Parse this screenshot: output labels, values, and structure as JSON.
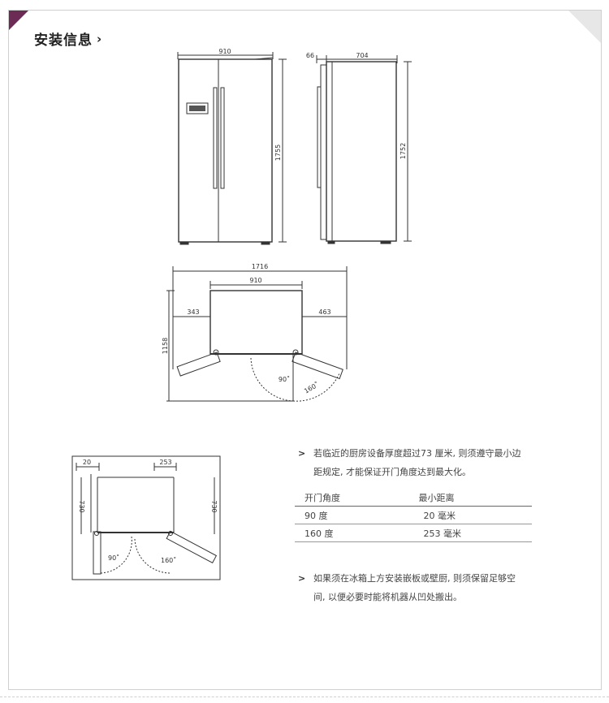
{
  "header": {
    "title": "安装信息",
    "chevron": "›"
  },
  "front_view": {
    "width": "910",
    "height": "1755"
  },
  "side_view": {
    "handle": "66",
    "depth": "704",
    "height": "1752"
  },
  "top_view": {
    "total": "1716",
    "width": "910",
    "left": "343",
    "right": "463",
    "depth": "1158",
    "angle_90": "90˚",
    "angle_160": "160˚"
  },
  "clearance_view": {
    "left_gap": "20",
    "right_gap": "253",
    "left_depth": "730",
    "right_depth": "730",
    "angle_90": "90˚",
    "angle_160": "160˚"
  },
  "notes": {
    "first_line1": "若临近的厨房设备厚度超过73 厘米, 则须遵守最小边",
    "first_line2": "距规定, 才能保证开门角度达到最大化。",
    "second_line1": "如果须在冰箱上方安装嵌板或壁厨, 则须保留足够空",
    "second_line2": "间, 以便必要时能将机器从凹处搬出。"
  },
  "table": {
    "headers": [
      "开门角度",
      "最小距离"
    ],
    "rows": [
      [
        "90 度",
        "20 毫米"
      ],
      [
        "160 度",
        "253 毫米"
      ]
    ]
  },
  "colors": {
    "accent": "#6b2b55",
    "line": "#333333"
  },
  "icons": {
    "bullet": "chevron-right-icon"
  }
}
